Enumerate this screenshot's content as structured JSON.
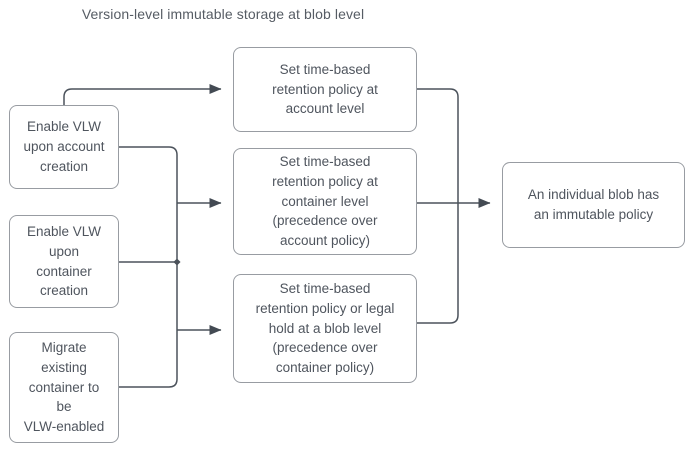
{
  "diagram": {
    "title": "Version-level immutable storage at blob level",
    "colors": {
      "background": "#ffffff",
      "node_fill": "#ffffff",
      "node_border": "#989ca2",
      "connector": "#4b525b",
      "text": "#4f555e"
    },
    "nodes": [
      {
        "id": "enable-vlw-account-creation",
        "lines": [
          "Enable VLW",
          "upon account",
          "creation"
        ]
      },
      {
        "id": "enable-vlw-container-creation",
        "lines": [
          "Enable VLW",
          "upon",
          "container",
          "creation"
        ]
      },
      {
        "id": "migrate-existing-container",
        "lines": [
          "Migrate",
          "existing",
          "container to",
          "be",
          "VLW-enabled"
        ]
      },
      {
        "id": "retention-policy-account-level",
        "lines": [
          "Set time-based",
          "retention policy at",
          "account level"
        ]
      },
      {
        "id": "retention-policy-container-level",
        "lines": [
          "Set time-based",
          "retention policy at",
          "container level",
          "(precedence over",
          "account policy)"
        ]
      },
      {
        "id": "retention-policy-blob-level",
        "lines": [
          "Set time-based",
          "retention policy or legal",
          "hold at a blob level",
          "(precedence over",
          "container policy)"
        ]
      },
      {
        "id": "individual-blob-immutable-policy",
        "lines": [
          "An individual blob has",
          "an immutable policy"
        ]
      }
    ],
    "edges": [
      {
        "from": "enable-vlw-account-creation",
        "to": "retention-policy-account-level"
      },
      {
        "from": [
          "enable-vlw-account-creation",
          "enable-vlw-container-creation",
          "migrate-existing-container"
        ],
        "to": [
          "retention-policy-container-level",
          "retention-policy-blob-level"
        ]
      },
      {
        "from": [
          "retention-policy-account-level",
          "retention-policy-container-level",
          "retention-policy-blob-level"
        ],
        "to": "individual-blob-immutable-policy"
      }
    ]
  }
}
